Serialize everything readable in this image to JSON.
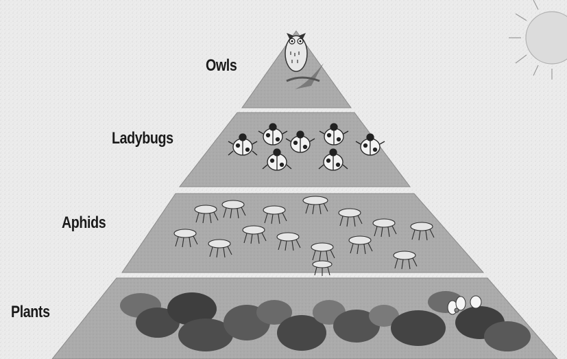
{
  "pyramid": {
    "tiers": [
      {
        "id": "owls",
        "label": "Owls"
      },
      {
        "id": "ladybugs",
        "label": "Ladybugs"
      },
      {
        "id": "aphids",
        "label": "Aphids"
      },
      {
        "id": "plants",
        "label": "Plants"
      }
    ]
  },
  "colors": {
    "background": "#ececec",
    "tier_fill": "#a8a8a8",
    "tier_gap": "#f2f2f2",
    "label_text": "#1a1a1a"
  },
  "icons": [
    "owl-icon",
    "ladybug-icon",
    "aphid-icon",
    "plant-icon",
    "flower-icon",
    "sun-icon"
  ]
}
